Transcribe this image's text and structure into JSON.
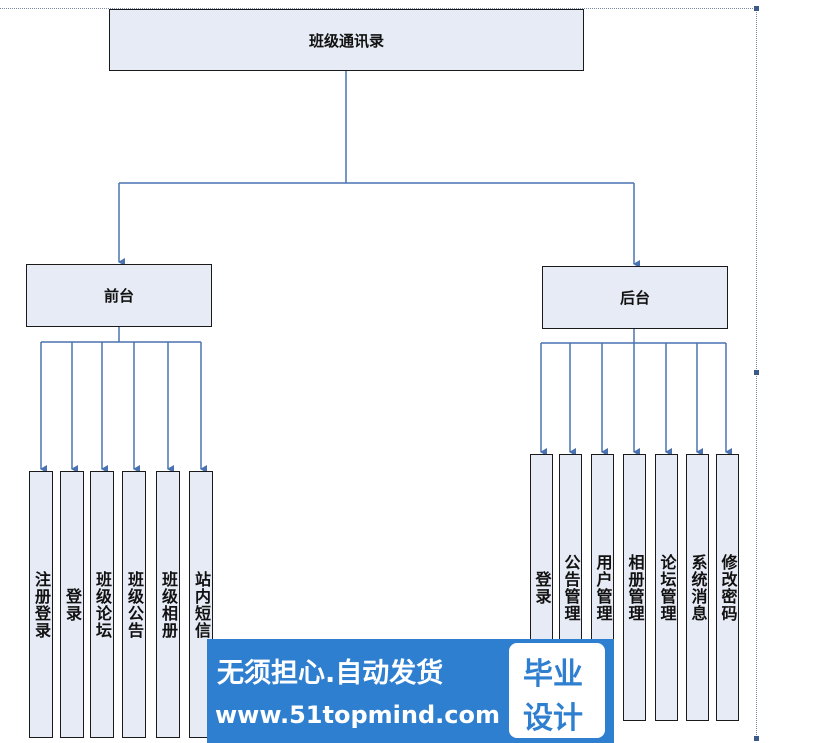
{
  "diagram": {
    "root": {
      "label": "班级通讯录"
    },
    "branches": [
      {
        "label": "前台",
        "children": [
          "注册登录",
          "登录",
          "班级论坛",
          "班级公告",
          "班级相册",
          "站内短信"
        ]
      },
      {
        "label": "后台",
        "children": [
          "登录",
          "公告管理",
          "用户管理",
          "相册管理",
          "论坛管理",
          "系统消息",
          "修改密码"
        ]
      }
    ],
    "colors": {
      "box_fill": "#e7ebf5",
      "box_border": "#1a1a1a",
      "connector": "#4a72b0"
    }
  },
  "watermark": {
    "slogan": "无须担心.自动发货",
    "url": "www.51topmind.com",
    "badge_line1": "毕业",
    "badge_line2": "设计",
    "color": "#2f7fd0"
  }
}
